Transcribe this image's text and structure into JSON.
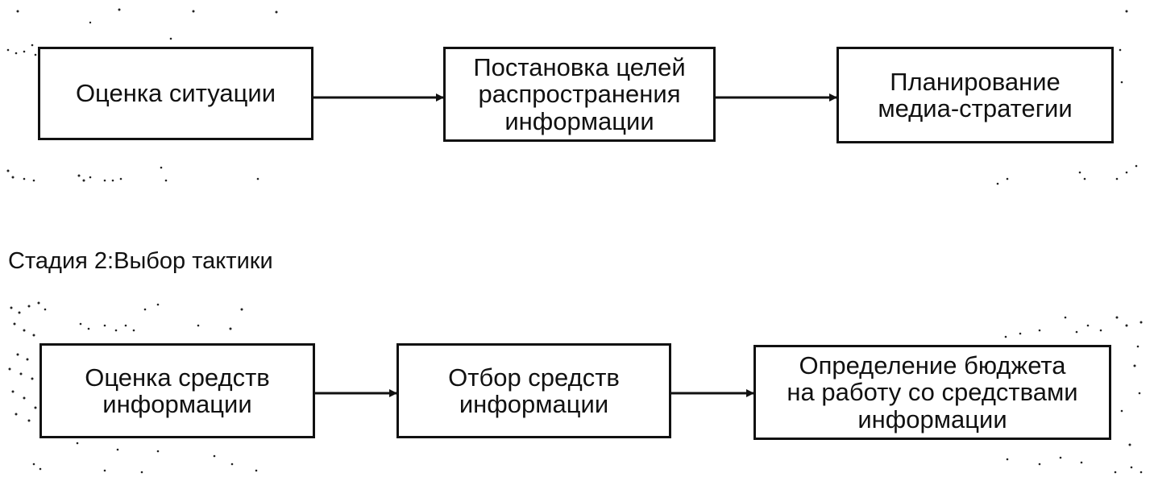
{
  "stage1": {
    "boxes": [
      "Оценка ситуации",
      "Постановка целей\nраспространения\nинформации",
      "Планирование\nмедиа-стратегии"
    ]
  },
  "stage2": {
    "title": "Стадия 2:Выбор тактики",
    "boxes": [
      "Оценка средств\nинформации",
      "Отбор средств\nинформации",
      "Определение бюджета\nна работу со средствами\nинформации"
    ]
  }
}
